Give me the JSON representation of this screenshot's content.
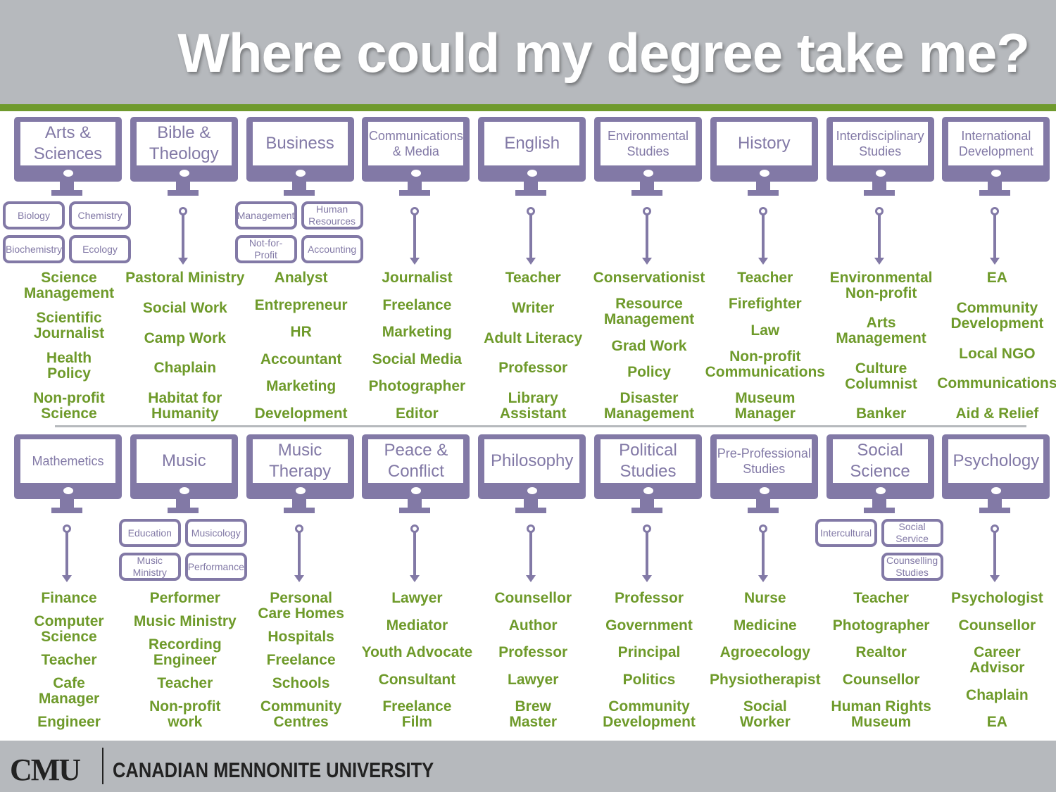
{
  "title": "Where could my degree take me?",
  "footer": {
    "logo": "CMU",
    "university": "CANADIAN MENNONITE UNIVERSITY"
  },
  "colors": {
    "purple": "#8279a6",
    "green": "#6e9a2a",
    "gray": "#b6b9bd"
  },
  "rows": [
    [
      {
        "name": "Arts &\nSciences",
        "subs": [
          "Biology",
          "Chemistry",
          "Biochemistry",
          "Ecology"
        ],
        "jobs": [
          "Science\nManagement",
          "Scientific\nJournalist",
          "Health\nPolicy",
          "Non-profit\nScience"
        ]
      },
      {
        "name": "Bible &\nTheology",
        "subs": [],
        "jobs": [
          "Pastoral Ministry",
          "Social Work",
          "Camp Work",
          "Chaplain",
          "Habitat for\nHumanity"
        ]
      },
      {
        "name": "Business",
        "subs": [
          "Management",
          "Human\nResources",
          "Not-for-\nProfit",
          "Accounting"
        ],
        "jobs": [
          "Analyst",
          "Entrepreneur",
          "HR",
          "Accountant",
          "Marketing",
          "Development"
        ]
      },
      {
        "name": "Communications\n& Media",
        "small": true,
        "subs": [],
        "jobs": [
          "Journalist",
          "Freelance",
          "Marketing",
          "Social Media",
          "Photographer",
          "Editor"
        ]
      },
      {
        "name": "English",
        "subs": [],
        "jobs": [
          "Teacher",
          "Writer",
          "Adult Literacy",
          "Professor",
          "Library\nAssistant"
        ]
      },
      {
        "name": "Environmental\nStudies",
        "small": true,
        "subs": [],
        "jobs": [
          "Conservationist",
          "Resource\nManagement",
          "Grad Work",
          "Policy",
          "Disaster\nManagement"
        ]
      },
      {
        "name": "History",
        "subs": [],
        "jobs": [
          "Teacher",
          "Firefighter",
          "Law",
          "Non-profit\nCommunications",
          "Museum\nManager"
        ]
      },
      {
        "name": "Interdisciplinary\nStudies",
        "small": true,
        "subs": [],
        "jobs": [
          "Environmental\nNon-profit",
          "Arts\nManagement",
          "Culture\nColumnist",
          "Banker"
        ]
      },
      {
        "name": "International\nDevelopment",
        "small": true,
        "subs": [],
        "jobs": [
          "EA",
          "Community\nDevelopment",
          "Local NGO",
          "Communications",
          "Aid & Relief"
        ]
      }
    ],
    [
      {
        "name": "Mathemetics",
        "small": true,
        "subs": [],
        "jobs": [
          "Finance",
          "Computer\nScience",
          "Teacher",
          "Cafe\nManager",
          "Engineer"
        ]
      },
      {
        "name": "Music",
        "subs": [
          "Education",
          "Musicology",
          "Music\nMinistry",
          "Performance"
        ],
        "jobs": [
          "Performer",
          "Music Ministry",
          "Recording\nEngineer",
          "Teacher",
          "Non-profit\nwork"
        ]
      },
      {
        "name": "Music\nTherapy",
        "subs": [],
        "jobs": [
          "Personal\nCare Homes",
          "Hospitals",
          "Freelance",
          "Schools",
          "Community\nCentres"
        ]
      },
      {
        "name": "Peace &\nConflict",
        "subs": [],
        "jobs": [
          "Lawyer",
          "Mediator",
          "Youth Advocate",
          "Consultant",
          "Freelance\nFilm"
        ]
      },
      {
        "name": "Philosophy",
        "subs": [],
        "jobs": [
          "Counsellor",
          "Author",
          "Professor",
          "Lawyer",
          "Brew\nMaster"
        ]
      },
      {
        "name": "Political\nStudies",
        "subs": [],
        "jobs": [
          "Professor",
          "Government",
          "Principal",
          "Politics",
          "Community\nDevelopment"
        ]
      },
      {
        "name": "Pre-Professional\nStudies",
        "small": true,
        "subs": [],
        "jobs": [
          "Nurse",
          "Medicine",
          "Agroecology",
          "Physiotherapist",
          "Social\nWorker"
        ]
      },
      {
        "name": "Social\nScience",
        "subs": [
          "Intercultural",
          "Social\nService",
          "",
          "Counselling\nStudies"
        ],
        "jobs": [
          "Teacher",
          "Photographer",
          "Realtor",
          "Counsellor",
          "Human Rights\nMuseum"
        ]
      },
      {
        "name": "Psychology",
        "subs": [],
        "jobs": [
          "Psychologist",
          "Counsellor",
          "Career\nAdvisor",
          "Chaplain",
          "EA"
        ]
      }
    ]
  ]
}
